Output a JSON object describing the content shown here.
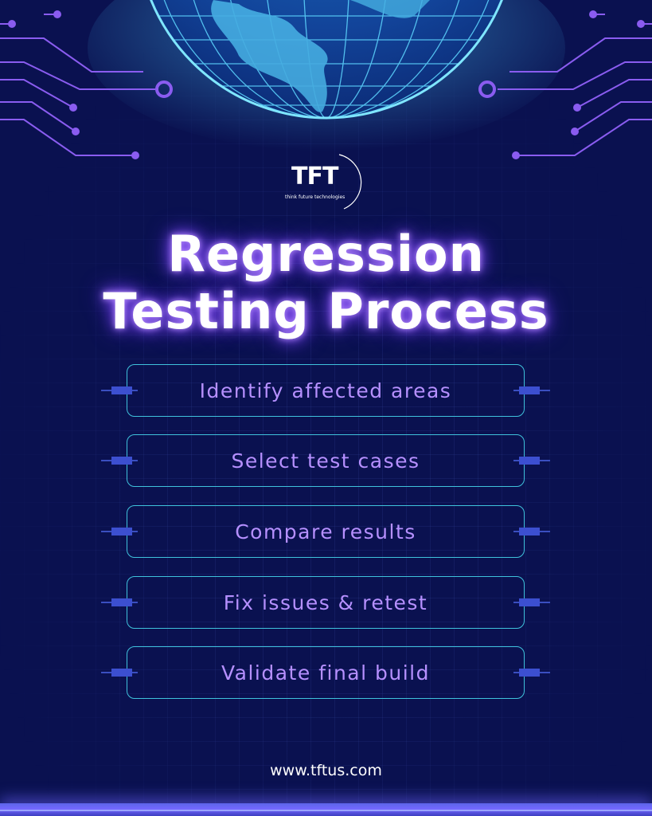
{
  "colors": {
    "background": "#0a1150",
    "accent_purple": "#b690ff",
    "box_border": "#3fc2dc",
    "circuit": "#8a5cf0",
    "globe": "#3fb2e6"
  },
  "logo": {
    "mark": "TFT",
    "tagline": "think future technologies"
  },
  "title": {
    "line1": "Regression",
    "line2": "Testing Process"
  },
  "steps": [
    {
      "label": "Identify affected areas"
    },
    {
      "label": "Select test cases"
    },
    {
      "label": "Compare results"
    },
    {
      "label": "Fix issues & retest"
    },
    {
      "label": "Validate final build"
    }
  ],
  "footer": {
    "url": "www.tftus.com"
  }
}
